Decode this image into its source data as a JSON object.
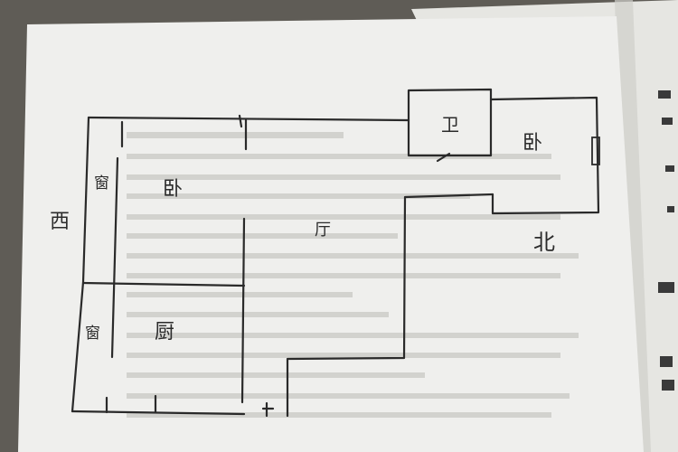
{
  "labels": {
    "west": "西",
    "bedroom_main": "卧",
    "window_top": "窗",
    "window_bottom": "窗",
    "kitchen": "厨",
    "living": "厅",
    "bathroom": "卫",
    "bedroom_right": "卧",
    "north": "北",
    "door": "门"
  },
  "colors": {
    "paper": "#efefed",
    "background_paper": "#e7e7e3",
    "ink": "#2a2a2a"
  }
}
